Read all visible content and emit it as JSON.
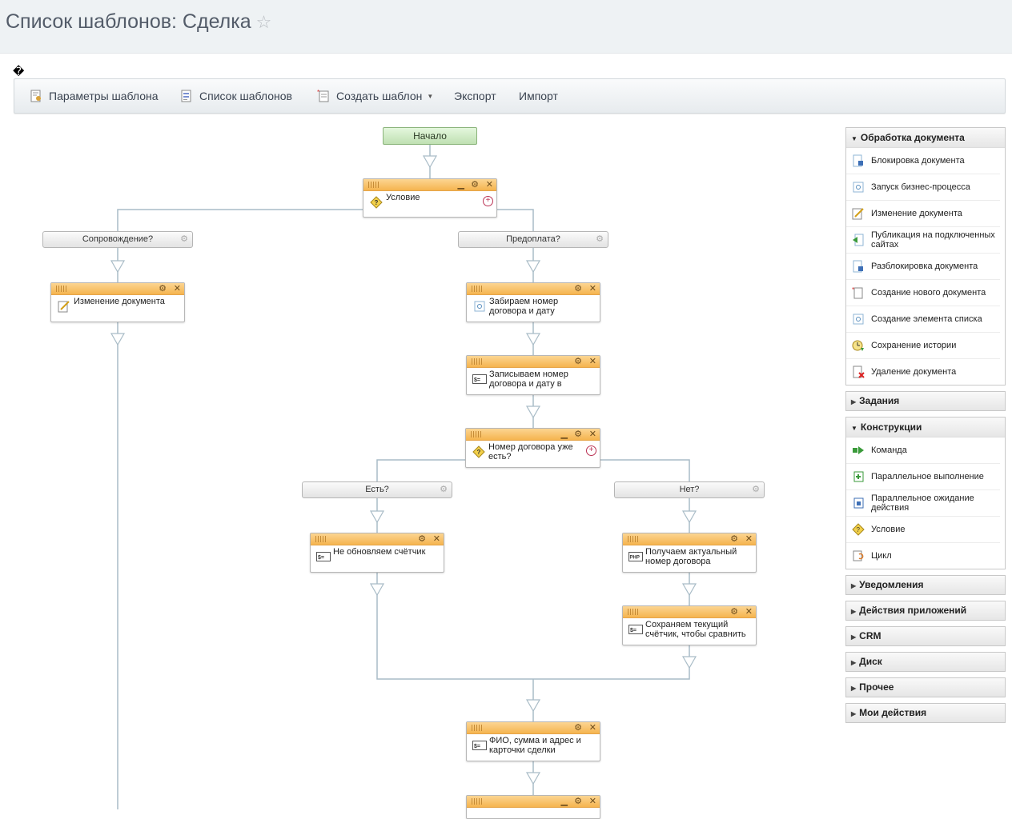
{
  "page": {
    "title": "Список шаблонов: Сделка",
    "star_glyph": "☆",
    "stray_glyph": "�"
  },
  "toolbar": {
    "params": "Параметры шаблона",
    "list": "Список шаблонов",
    "create": "Создать шаблон",
    "export": "Экспорт",
    "import": "Импорт"
  },
  "diagram": {
    "start": "Начало",
    "cond1": "Условие",
    "branch_soprov": "Сопровождение?",
    "branch_predoplata": "Предоплата?",
    "node_change_doc": "Изменение документа",
    "node_take_number": "Забираем номер договора и дату",
    "node_write_number": "Записываем номер договора и дату в",
    "node_number_exists": "Номер договора уже есть?",
    "branch_yes": "Есть?",
    "branch_no": "Нет?",
    "node_no_update": "Не обновляем счётчик",
    "node_get_actual": "Получаем актуальный номер договора",
    "node_save_counter": "Сохраняем текущий счётчик, чтобы сравнить",
    "node_fio": "ФИО, сумма и адрес и карточки сделки"
  },
  "panel": {
    "doc_processing": {
      "title": "Обработка документа",
      "items": [
        "Блокировка документа",
        "Запуск бизнес-процесса",
        "Изменение документа",
        "Публикация на подключенных сайтах",
        "Разблокировка документа",
        "Создание нового документа",
        "Создание элемента списка",
        "Сохранение истории",
        "Удаление документа"
      ]
    },
    "tasks": "Задания",
    "constructs": {
      "title": "Конструкции",
      "items": [
        "Команда",
        "Параллельное выполнение",
        "Параллельное ожидание действия",
        "Условие",
        "Цикл"
      ]
    },
    "notifications": "Уведомления",
    "app_actions": "Действия приложений",
    "crm": "CRM",
    "disk": "Диск",
    "other": "Прочее",
    "my_actions": "Мои действия"
  },
  "colors": {
    "node_header": "#f5b44f",
    "start_fill": "#cdeac1",
    "wire": "#a9bcc7"
  }
}
